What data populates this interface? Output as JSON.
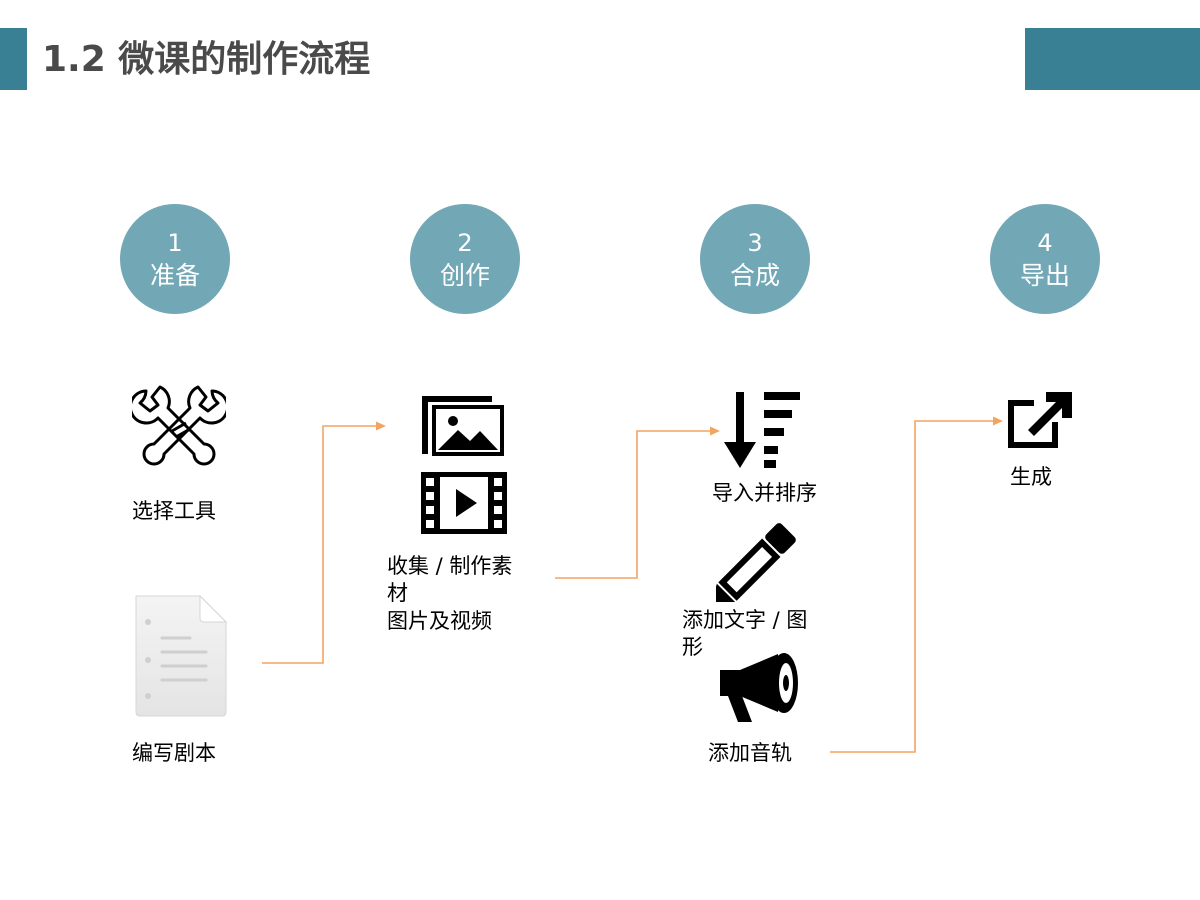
{
  "header": {
    "title": "1.2 微课的制作流程"
  },
  "steps": [
    {
      "num": "1",
      "name": "准备"
    },
    {
      "num": "2",
      "name": "创作"
    },
    {
      "num": "3",
      "name": "合成"
    },
    {
      "num": "4",
      "name": "导出"
    }
  ],
  "items": {
    "select_tools": "选择工具",
    "write_script": "编写剧本",
    "collect_line1": "收集 / 制作素材",
    "collect_line2": "图片及视频",
    "import_sort": "导入并排序",
    "add_text": "添加文字 / 图形",
    "add_audio": "添加音轨",
    "generate": "生成"
  },
  "colors": {
    "header_accent": "#3a8095",
    "step_circle": "#72a7b5",
    "connector": "#f4a460"
  },
  "icons": [
    "tools-icon",
    "document-icon",
    "image-gallery-icon",
    "film-icon",
    "sort-icon",
    "pencil-icon",
    "megaphone-icon",
    "export-icon"
  ]
}
